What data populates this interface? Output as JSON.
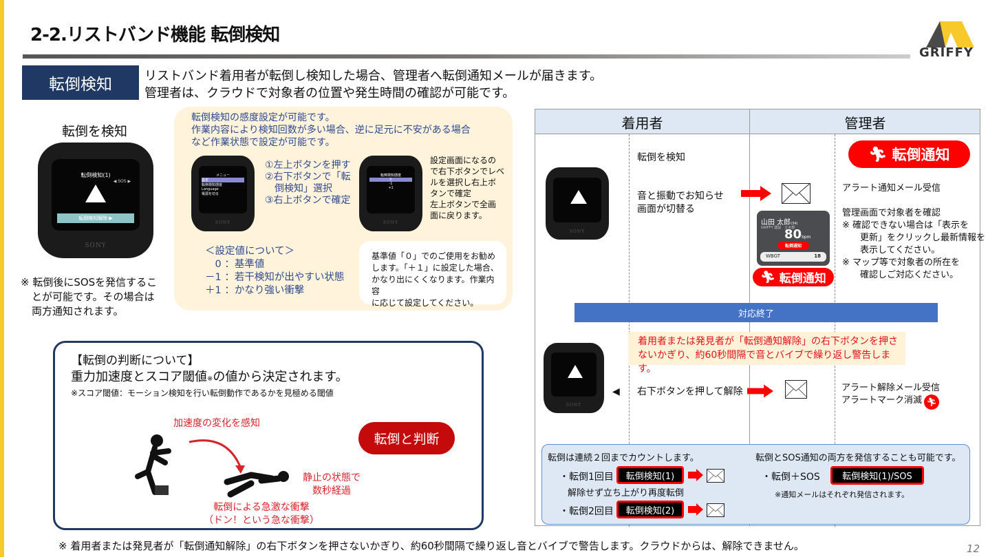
{
  "header": {
    "title": "2-2.リストバンド機能 転倒検知",
    "logo": "GRIFFY"
  },
  "intro": {
    "tag": "転倒検知",
    "line1": "リストバンド着用者が転倒し検知した場合、管理者へ転倒通知メールが届きます。",
    "line2": "管理者は、クラウドで対象者の位置や発生時間の確認が可能です。"
  },
  "left": {
    "heading": "転倒を検知",
    "watch": {
      "screen_title": "転倒検知(1)",
      "sos": "◀ SOS ▶",
      "button": "転倒検知解除 ▶",
      "brand": "SONY"
    },
    "note_l1": "※ 転倒後にSOSを発信するこ",
    "note_l2": "とが可能です。その場合は",
    "note_l3": "両方通知されます。"
  },
  "settings": {
    "l1": "転倒検知の感度設定が可能です。",
    "l2": "作業内容により検知回数が多い場合、逆に足元に不安がある場合",
    "l3": "など作業状態で設定が可能です。",
    "watch1": {
      "menu": "メニュー",
      "items": [
        "設定",
        "転倒検知感度",
        "Language",
        "電源を切る"
      ]
    },
    "watch2": {
      "menu": "転倒検知感度",
      "items": [
        "0",
        "-1",
        "+1"
      ]
    },
    "steps": [
      "①左上ボタンを押す",
      "②右下ボタンで「転",
      "　倒検知」選択",
      "③右上ボタンで確定"
    ],
    "right_text": [
      "設定画面になるの",
      "で右下ボタンでレベ",
      "ルを選択し右上ボ",
      "タンで確定",
      "左上ボタンで全画",
      "面に戻ります。"
    ],
    "values_title": "＜設定値について＞",
    "values": [
      "　0 ：基準値",
      "－1 ：若干検知が出やすい状態",
      "＋1 ：かなり強い衝撃"
    ],
    "advice": [
      "基準値「０」でのご使用をお勧め",
      "します。「＋１」に設定した場合、",
      "かなり出にくくなります。作業内容",
      "に応じて設定してください。"
    ]
  },
  "judge": {
    "h1": "【転倒の判断について】",
    "h2a": "重力加速度とスコア閾値",
    "h2mark": "※",
    "h2b": "の値から決定されます。",
    "note": "※スコア閾値：モーション検知を行い転倒動作であるかを見極める閾値",
    "accel": "加速度の変化を感知",
    "impact1": "転倒による急激な衝撃",
    "impact2": "（ドン！という急な衝撃）",
    "still1": "静止の状態で",
    "still2": "数秒経過",
    "result": "転倒と判断"
  },
  "flow": {
    "col_wearer": "着用者",
    "col_admin": "管理者",
    "detect": "転倒を検知",
    "notify1": "音と振動でお知らせ",
    "notify2": "画面が切替る",
    "alert_badge": "転倒通知",
    "card": {
      "name": "山田 太郎",
      "age": "(34)",
      "org": "GRIFFY 建設　土木部",
      "bpm": "80",
      "bpm_unit": "bpm",
      "wbgt_label": "WBGT",
      "wbgt_val": "18"
    },
    "admin_receive": "アラート通知メール受信",
    "admin_check": "管理画面で対象者を確認",
    "admin_note1": [
      "※ 確認できない場合は「表示を",
      "　　更新」をクリックし最新情報を",
      "　　表示してください。"
    ],
    "admin_note2": [
      "※ マップ等で対象者の所在を",
      "　　確認しご対応ください。"
    ],
    "done": "対応終了",
    "warn1": "着用者または発見者が「転倒通知解除」の右下ボタンを押さ",
    "warn2": "ないかぎり、約60秒間隔で音とバイブで繰り返し警告します。",
    "release": "右下ボタンを押して解除",
    "release_mail": "アラート解除メール受信",
    "release_mark": "アラートマーク消滅",
    "count_title": "転倒は連続２回までカウントします。",
    "first": "・転倒1回目",
    "first_badge": "転倒検知(1)",
    "mid": "解除せず立ち上がり再度転倒",
    "second": "・転倒2回目",
    "second_badge": "転倒検知(2)",
    "sos_title": "転倒とSOS通知の両方を発信することも可能です。",
    "sos_item": "・転倒＋SOS",
    "sos_badge": "転倒検知(1)/SOS",
    "sos_note": "※通知メールはそれぞれ発信されます。"
  },
  "footer": {
    "note": "※ 着用者または発見者が「転倒通知解除」の右下ボタンを押さないかぎり、約60秒間隔で繰り返し音とバイブで警告します。クラウドからは、解除できません。",
    "page": "12"
  },
  "colors": {
    "navy": "#1f3864",
    "red": "#ff0000",
    "accent": "#f7c92a",
    "blue": "#4472c4"
  }
}
